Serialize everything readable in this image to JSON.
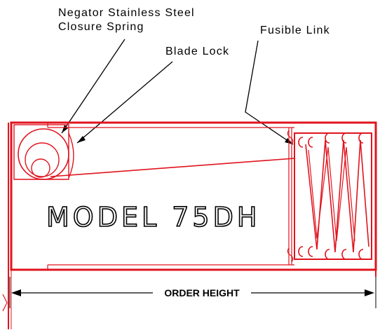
{
  "labels": {
    "spring_line1": "Negator Stainless Steel",
    "spring_line2": "Closure Spring",
    "blade_lock": "Blade Lock",
    "fusible_link": "Fusible Link",
    "model": "MODEL 75DH",
    "dimension": "ORDER HEIGHT"
  },
  "colors": {
    "frame": "#e0141e",
    "ink": "#000000",
    "background": "#ffffff"
  },
  "folded_blade_coils": 4
}
